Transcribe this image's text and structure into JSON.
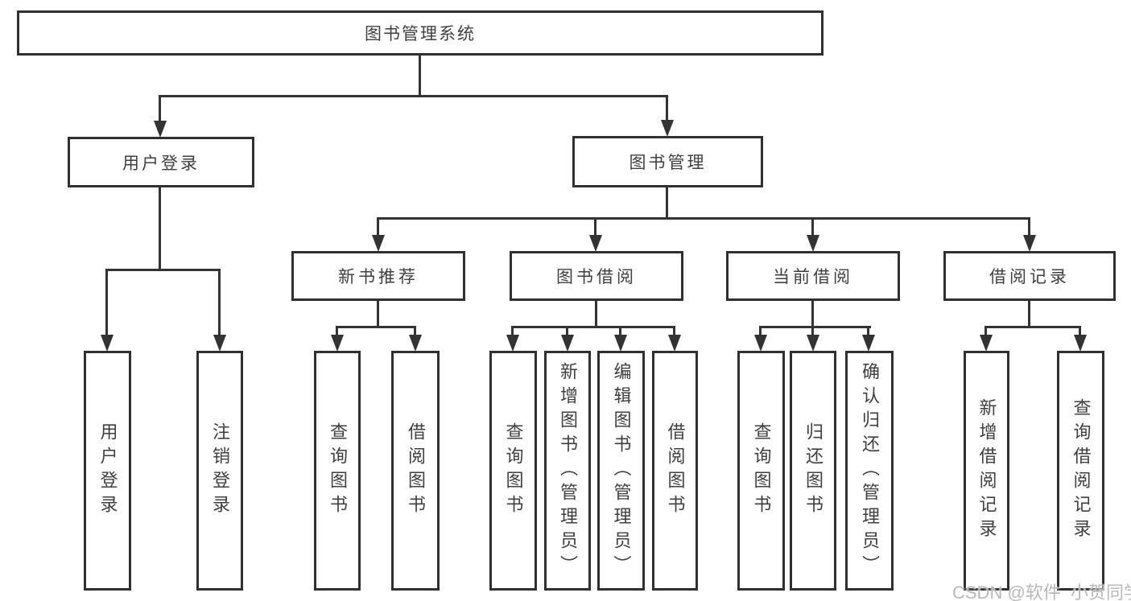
{
  "tree": {
    "root": "图书管理系统",
    "branches": [
      {
        "label": "用户登录",
        "children": [
          "用户登录",
          "注销登录"
        ]
      },
      {
        "label": "图书管理",
        "groups": [
          {
            "label": "新书推荐",
            "children": [
              "查询图书",
              "借阅图书"
            ]
          },
          {
            "label": "图书借阅",
            "children": [
              "查询图书",
              "新增图书（管理员）",
              "编辑图书（管理员）",
              "借阅图书"
            ]
          },
          {
            "label": "当前借阅",
            "children": [
              "查询图书",
              "归还图书",
              "确认归还（管理员）"
            ]
          },
          {
            "label": "借阅记录",
            "children": [
              "新增借阅记录",
              "查询借阅记录"
            ]
          }
        ]
      }
    ]
  },
  "watermark": "CSDN @软件_小贺同学",
  "colors": {
    "line": "#333333",
    "border": "#303030",
    "text": "#3f3f3f",
    "watermark": "#b9b9b9",
    "background": "#ffffff"
  }
}
